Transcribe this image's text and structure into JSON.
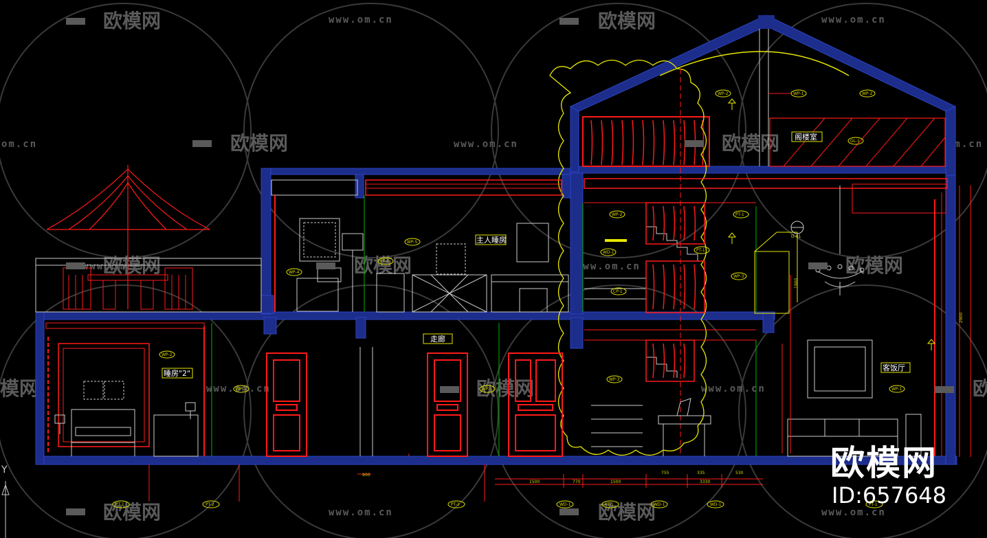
{
  "watermark": {
    "brand": "欧模网",
    "url": "www.om.cn",
    "url_short": "om.cn"
  },
  "logo": {
    "name": "欧模网",
    "id": "ID:657648"
  },
  "rooms": {
    "master_bedroom": "主人睡房",
    "corridor": "走廊",
    "bedroom_2": "睡房\"2\"",
    "living_room": "客饭厅",
    "attic": "阁楼室"
  },
  "material_tags": {
    "wp1": "WP-1",
    "wp2": "WP-2",
    "wp3": "WP-3",
    "wp4": "WP-4",
    "wp5": "WP-5",
    "wd1": "WD-1",
    "pt1": "PT-1",
    "pt2": "PT-2",
    "cp1": "CP-1",
    "gl1": "GL-1",
    "section": "D-01"
  },
  "dimensions": {
    "d900": "900",
    "d770": "770",
    "d1500": "1500",
    "d755": "755",
    "d335": "335",
    "d530": "530",
    "d3330": "3330",
    "d2900": "2900",
    "d1900": "1900"
  },
  "axis_label": "Y",
  "colors": {
    "wall": "#1c2d8c",
    "red": "#ff1a1a",
    "yellow": "#e8e800",
    "white": "#cccccc",
    "green": "#00b400",
    "background": "#000000"
  }
}
